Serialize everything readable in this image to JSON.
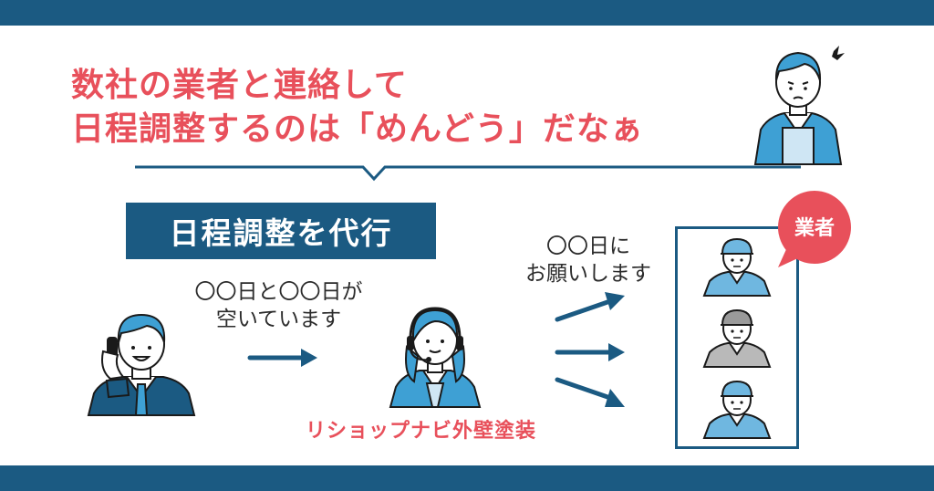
{
  "headline": {
    "line1": "数社の業者と連絡して",
    "line2": "日程調整するのは「めんどう」だなぁ"
  },
  "service_badge": "日程調整を代行",
  "captions": {
    "customer_to_service": [
      "〇〇日と〇〇日が",
      "空いています"
    ],
    "service_to_vendors": [
      "〇〇日に",
      "お願いします"
    ]
  },
  "company_name": "リショップナビ外壁塗装",
  "vendor_badge": "業者",
  "icons": [
    "worried-person-icon",
    "customer-phone-icon",
    "operator-headset-icon",
    "worker-icon"
  ],
  "colors": {
    "navy": "#1b5a82",
    "accent_red": "#e8505b",
    "skin": "#ffffff",
    "blue": "#3ea0d4",
    "gray": "#9a9a9a"
  }
}
